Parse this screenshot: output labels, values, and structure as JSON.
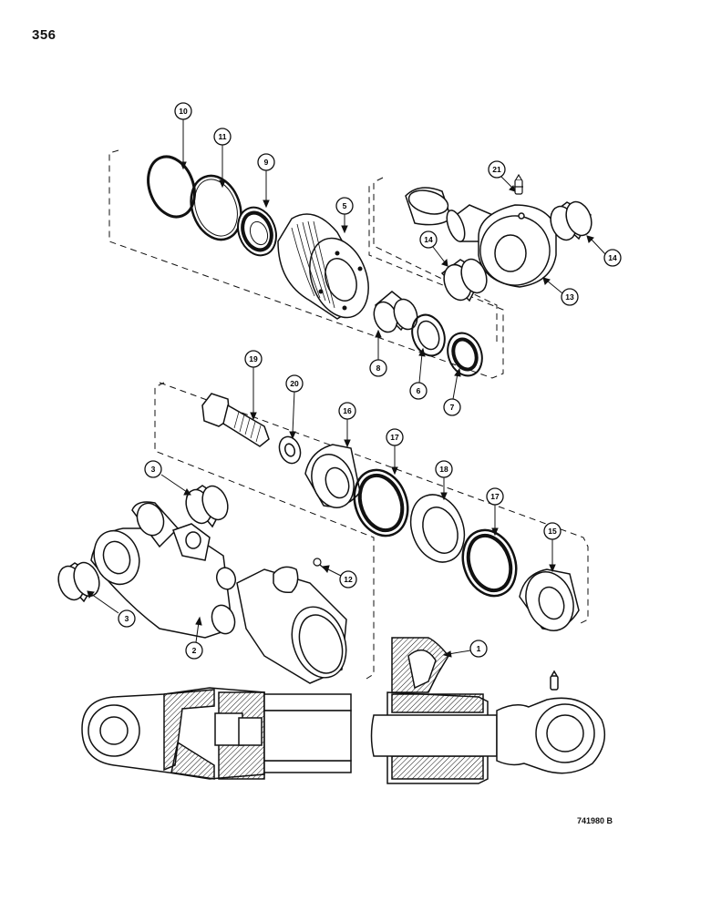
{
  "page": {
    "number": "356",
    "figure_code": "741980 B"
  },
  "callouts": [
    {
      "id": "c10",
      "label": "10"
    },
    {
      "id": "c11",
      "label": "11"
    },
    {
      "id": "c9",
      "label": "9"
    },
    {
      "id": "c5",
      "label": "5"
    },
    {
      "id": "c21",
      "label": "21"
    },
    {
      "id": "c14a",
      "label": "14"
    },
    {
      "id": "c14b",
      "label": "14"
    },
    {
      "id": "c13",
      "label": "13"
    },
    {
      "id": "c8",
      "label": "8"
    },
    {
      "id": "c6",
      "label": "6"
    },
    {
      "id": "c7",
      "label": "7"
    },
    {
      "id": "c19",
      "label": "19"
    },
    {
      "id": "c20",
      "label": "20"
    },
    {
      "id": "c16",
      "label": "16"
    },
    {
      "id": "c17a",
      "label": "17"
    },
    {
      "id": "c18",
      "label": "18"
    },
    {
      "id": "c17b",
      "label": "17"
    },
    {
      "id": "c15",
      "label": "15"
    },
    {
      "id": "c3a",
      "label": "3"
    },
    {
      "id": "c3b",
      "label": "3"
    },
    {
      "id": "c12",
      "label": "12"
    },
    {
      "id": "c2",
      "label": "2"
    },
    {
      "id": "c1",
      "label": "1"
    }
  ]
}
